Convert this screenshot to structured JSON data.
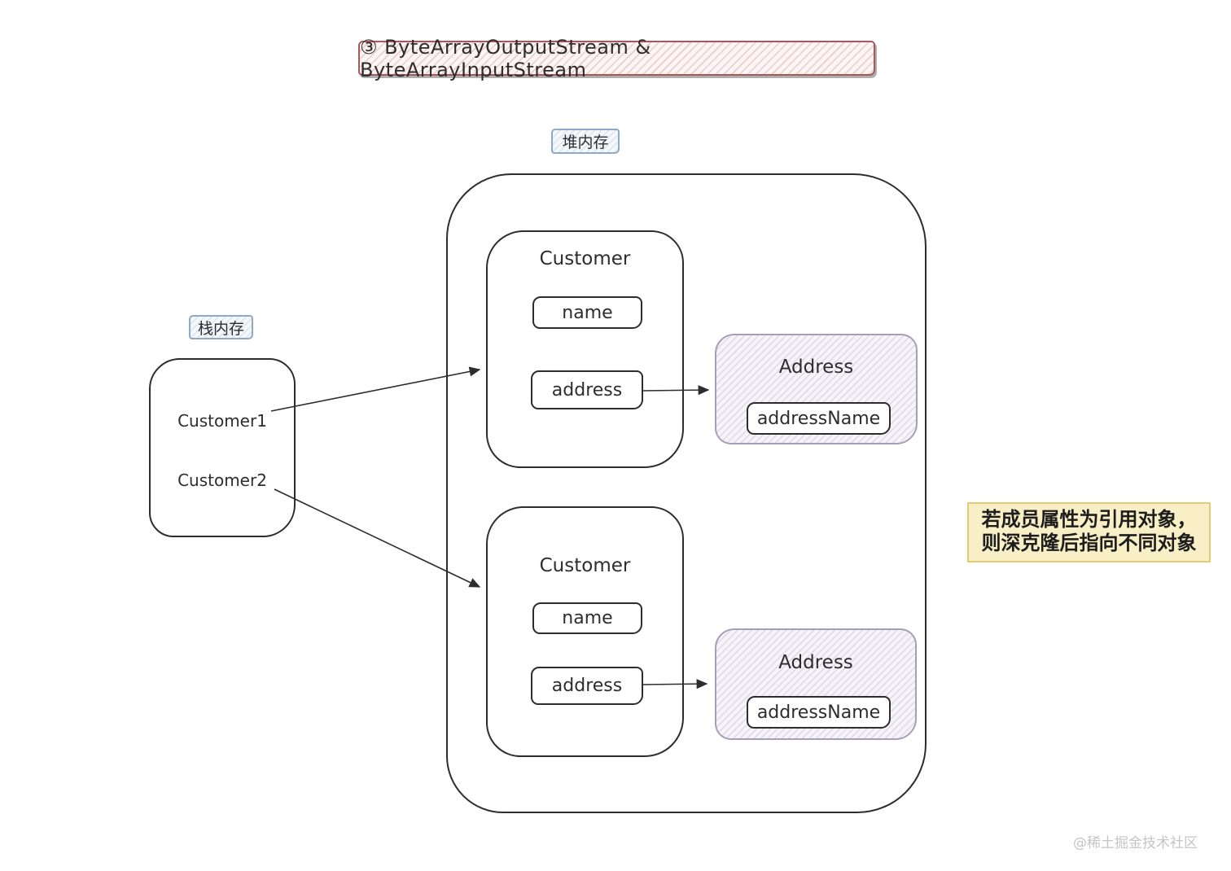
{
  "title": "③ ByteArrayOutputStream & ByteArrayInputStream",
  "memory_labels": {
    "heap": "堆内存",
    "stack": "栈内存"
  },
  "stack": {
    "items": [
      "Customer1",
      "Customer2"
    ]
  },
  "heap": {
    "customers": [
      {
        "title": "Customer",
        "fields": {
          "name": "name",
          "address": "address"
        }
      },
      {
        "title": "Customer",
        "fields": {
          "name": "name",
          "address": "address"
        }
      }
    ],
    "addresses": [
      {
        "title": "Address",
        "field": "addressName"
      },
      {
        "title": "Address",
        "field": "addressName"
      }
    ]
  },
  "note": {
    "lines": [
      "若成员属性为引用对象，",
      "则深克隆后指向不同对象"
    ]
  },
  "watermark": "@稀土掘金技术社区",
  "colors": {
    "ink": "#2d2d2d",
    "title_border": "#a85858",
    "title_hatch_bg": "#fdf4f4",
    "memory_label_border": "#8fa9c6",
    "address_border": "#a79fb8",
    "address_hatch_bg": "#f7f4f9",
    "note_bg": "#f8efc6",
    "note_border": "#e2cc74",
    "watermark": "#c6c5c5"
  }
}
